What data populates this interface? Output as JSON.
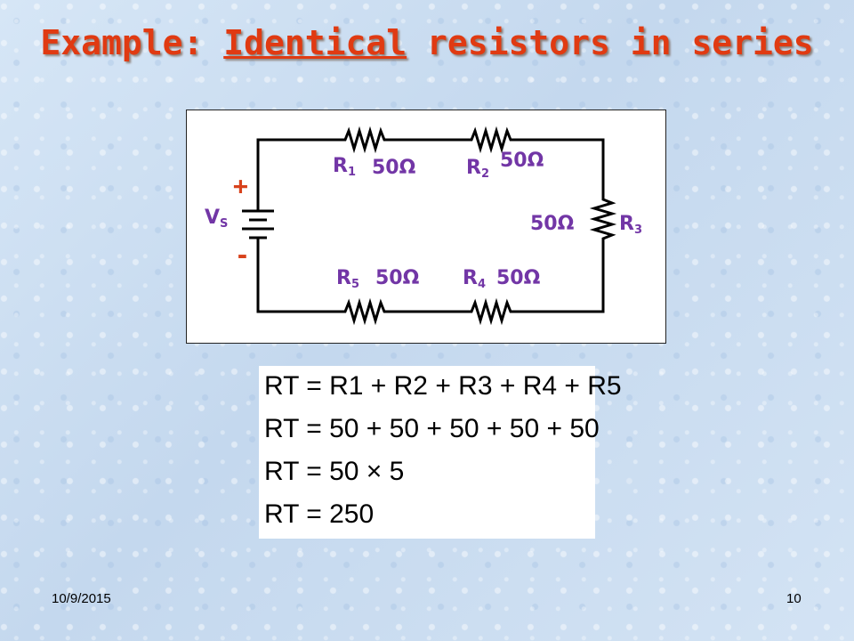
{
  "slide": {
    "title_prefix": "Example: ",
    "title_underlined": "Identical",
    "title_suffix": " resistors in series",
    "date": "10/9/2015",
    "page_number": "10"
  },
  "circuit": {
    "source": {
      "symbol": "V",
      "subscript": "S",
      "plus": "+",
      "minus": "-"
    },
    "resistors": [
      {
        "name": "R",
        "sub": "1",
        "value": "50Ω"
      },
      {
        "name": "R",
        "sub": "2",
        "value": "50Ω"
      },
      {
        "name": "R",
        "sub": "3",
        "value": "50Ω"
      },
      {
        "name": "R",
        "sub": "4",
        "value": "50Ω"
      },
      {
        "name": "R",
        "sub": "5",
        "value": "50Ω"
      }
    ],
    "colors": {
      "label": "#7236a6",
      "polarity": "#d8421c",
      "title": "#e03a12"
    }
  },
  "equations": [
    "RT = R1 + R2 + R3 + R4 + R5",
    "RT = 50 + 50 + 50 + 50 + 50",
    "RT = 50 × 5",
    "RT = 250"
  ]
}
